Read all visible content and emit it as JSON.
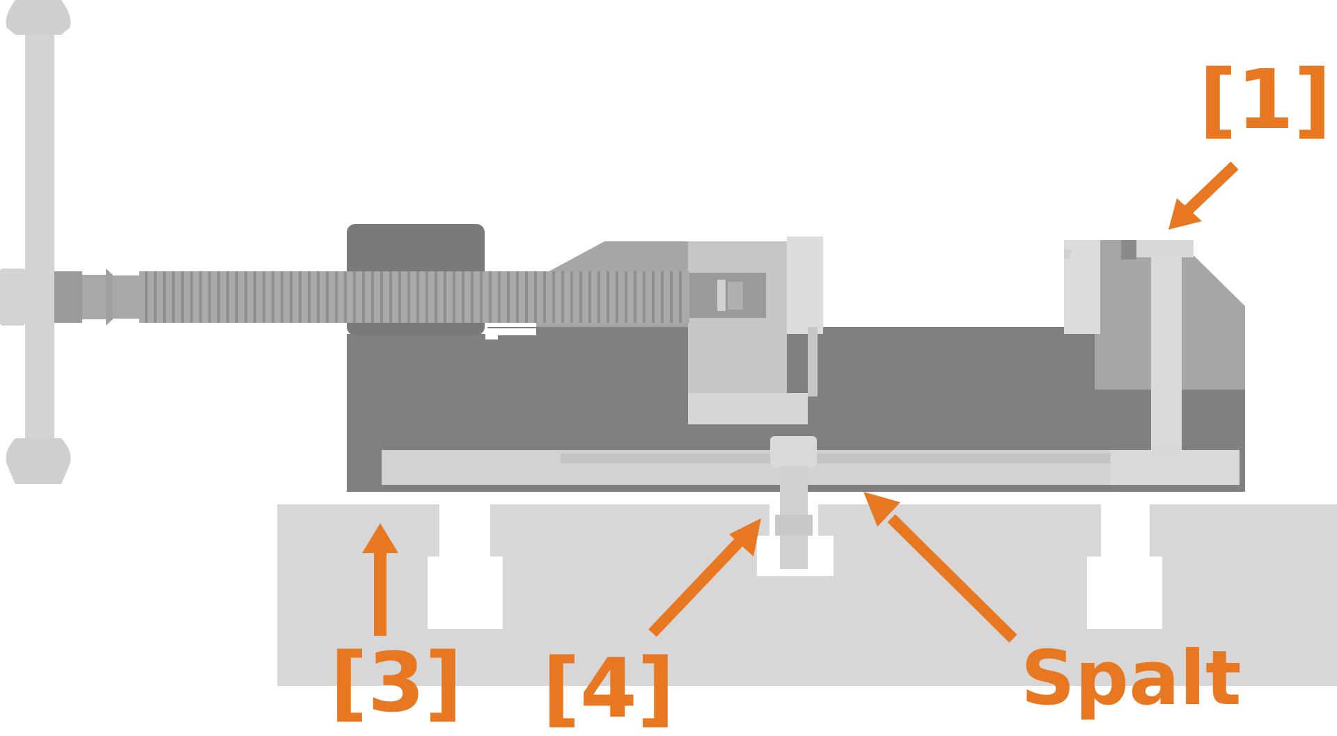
{
  "diagram": {
    "title": "Machine vice cross-section",
    "colors": {
      "accent": "#e87722",
      "body_dark": "#808080",
      "part_mid": "#a6a6a6",
      "part_light": "#c8c8c8",
      "part_lighter": "#d6d6d6",
      "base": "#d7d7d7",
      "background": "#ffffff"
    },
    "labels": [
      {
        "id": "1",
        "text": "[1]",
        "target": "top clamp screw / fixed jaw"
      },
      {
        "id": "3",
        "text": "[3]",
        "target": "machine table"
      },
      {
        "id": "4",
        "text": "[4]",
        "target": "T-slot bolt"
      },
      {
        "id": "spalt",
        "text": "Spalt",
        "target": "gap between vice base and table"
      }
    ],
    "components": [
      {
        "name": "hand-crank"
      },
      {
        "name": "lead-screw"
      },
      {
        "name": "spindle-nut"
      },
      {
        "name": "movable-jaw"
      },
      {
        "name": "fixed-jaw"
      },
      {
        "name": "vice-body"
      },
      {
        "name": "guide-plate"
      },
      {
        "name": "clamping-bolt"
      },
      {
        "name": "t-slot-bolt"
      },
      {
        "name": "machine-table"
      },
      {
        "name": "t-slots"
      }
    ]
  }
}
